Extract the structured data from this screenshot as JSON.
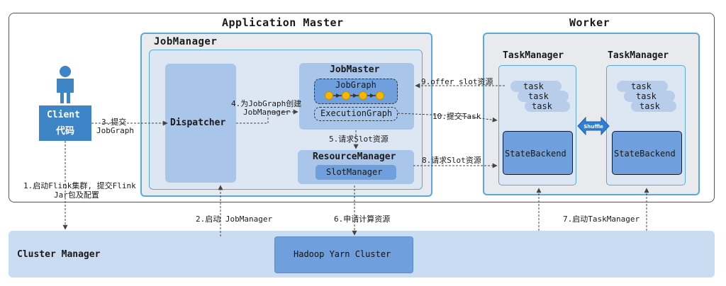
{
  "outer_frame": {},
  "application_master": {
    "title": "Application Master"
  },
  "job_manager": {
    "title": "JobManager"
  },
  "dispatcher": {
    "label": "Dispatcher"
  },
  "job_master": {
    "title": "JobMaster",
    "job_graph": "JobGraph",
    "execution_graph": "ExecutionGraph"
  },
  "resource_manager": {
    "title": "ResourceManager",
    "slot_manager": "SlotManager"
  },
  "worker": {
    "title": "Worker"
  },
  "task_managers": [
    {
      "title": "TaskManager",
      "tasks": [
        "task",
        "task",
        "task"
      ],
      "state_backend": "StateBackend"
    },
    {
      "title": "TaskManager",
      "tasks": [
        "task",
        "task",
        "task"
      ],
      "state_backend": "StateBackend"
    }
  ],
  "shuffle": "Shuffle",
  "client": {
    "line1": "Client",
    "line2": "代码"
  },
  "cluster_manager": {
    "title": "Cluster Manager"
  },
  "hadoop_yarn": "Hadoop Yarn Cluster",
  "steps": {
    "s1_line1": "1.启动Flink集群, 提交Flink",
    "s1_line2": "Jar包及配置",
    "s2": "2.启动 JobManager",
    "s3_line1": "3.提交",
    "s3_line2": "JobGraph",
    "s4_line1": "4.为JobGraph创建",
    "s4_line2": "JobManager",
    "s5": "5.请求Slot资源",
    "s6": "6.申请计算资源",
    "s7": "7.启动TaskManager",
    "s8": "8.请求Slot资源",
    "s9": "9.offer slot资源",
    "s10": "10.提交Task"
  },
  "colors": {
    "frame_border": "#555555",
    "panel_fill": "#e8eaee",
    "panel_border": "#5aa9dd",
    "light_blue": "#dde7f4",
    "mid_blue": "#a9c6ea",
    "dark_blue": "#6f9fdc",
    "client_blue": "#3d85c6",
    "cloud": "#b8cdea",
    "node_yellow": "#f5b800",
    "arrow": "#444444"
  }
}
